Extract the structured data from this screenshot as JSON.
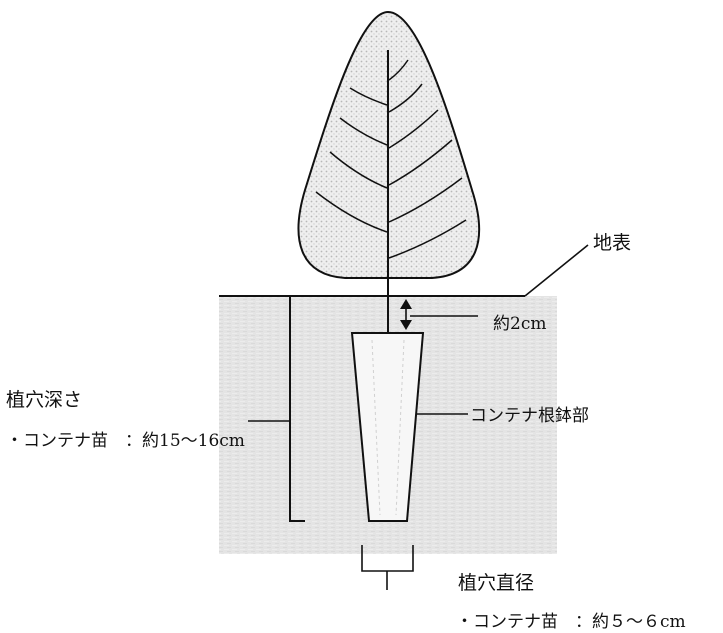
{
  "labels": {
    "ground_surface": "地表",
    "depth_2cm": "約2cm",
    "container_root_ball": "コンテナ根鉢部",
    "hole_depth_title": "植穴深さ",
    "hole_depth_item": "・コンテナ苗　：約15～16cm",
    "hole_diameter_title": "植穴直径",
    "hole_diameter_item": "・コンテナ苗　：約５～６cm"
  },
  "colors": {
    "soil": "#e6e6e6",
    "foliage_fill": "#e9e9e9",
    "root_ball_fill": "#f6f6f6",
    "line": "#111111"
  }
}
